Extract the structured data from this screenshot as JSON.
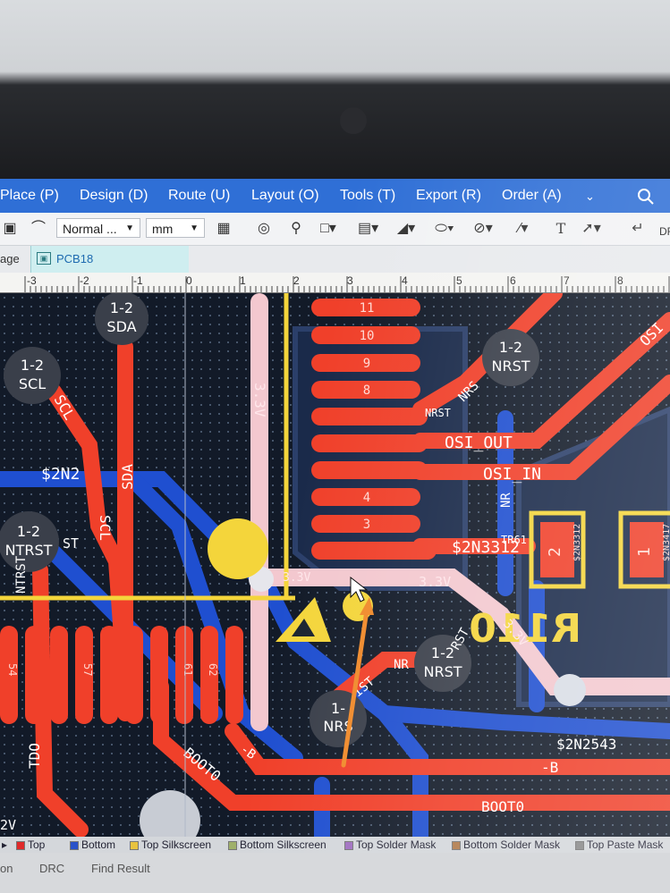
{
  "menubar": {
    "items": [
      "Place (P)",
      "Design (D)",
      "Route (U)",
      "Layout (O)",
      "Tools (T)",
      "Export (R)",
      "Order (A)"
    ],
    "search_icon": "search-icon"
  },
  "toolbar": {
    "line_style": "Normal ...",
    "unit": "mm",
    "cut_label": "DR"
  },
  "tabs": {
    "prev_tab_label": "age",
    "document_tab_label": "PCB18"
  },
  "ruler": {
    "labels": [
      "-3",
      "-2",
      "-1",
      "0",
      "1",
      "2",
      "3",
      "4",
      "5",
      "6",
      "7",
      "8"
    ]
  },
  "board": {
    "pads_numbered": [
      "11",
      "10",
      "9",
      "8",
      "4",
      "3"
    ],
    "pin_labels": [
      "54",
      "57",
      "61",
      "62"
    ],
    "component_badges": [
      {
        "line1": "1-2",
        "line2": "SDA"
      },
      {
        "line1": "1-2",
        "line2": "SCL"
      },
      {
        "line1": "1-2",
        "line2": "NRST"
      },
      {
        "line1": "1-2",
        "line2": "NTRST"
      },
      {
        "line1": "1-2",
        "line2": "NRST"
      },
      {
        "line1": "1-",
        "line2": "NRS"
      }
    ],
    "net_labels": {
      "osi_out": "OSI_OUT",
      "osi_in": "OSI_IN",
      "nrst": "NRST",
      "n2n2": "$2N2",
      "n2n3312": "$2N3312",
      "n2n2543": "$2N2543",
      "boot0": "BOOT0",
      "boot0_diag": "BOOT0",
      "minus_b": "-B",
      "minus_b_left": "-B",
      "v33_vertical": "3.3V",
      "v33_horizontal": "3.3V",
      "v33_right": "3.3V",
      "v33_small": "3.3V",
      "scl": "SCL",
      "sda": "SDA",
      "scl_v": "SCL",
      "ntrst_v": "NTRST",
      "tdo": "TDO",
      "st": "ST",
      "nrs_diag": "NRS",
      "osc_edge": "OSI",
      "tr61": "TR61",
      "n2n3312_small": "$2N3312",
      "n2n3417_small": "$2N3417",
      "nrst_v": "NR",
      "rst_diag": "RST",
      "nr_small": "NR",
      "ist": "IST",
      "v2_left": "2V"
    },
    "component_pads": {
      "pad2": "2",
      "pad1": "1"
    },
    "silkscreen_ref": "R110",
    "colors": {
      "top_layer": "#f0402a",
      "bottom_layer": "#1f4fd0",
      "highlight": "#f3c8cf",
      "silkscreen": "#f4d53b"
    }
  },
  "layers": [
    {
      "name": "Top",
      "color": "#e02a2a"
    },
    {
      "name": "Bottom",
      "color": "#2a52c9"
    },
    {
      "name": "Top Silkscreen",
      "color": "#e8c340"
    },
    {
      "name": "Bottom Silkscreen",
      "color": "#9fb06a"
    },
    {
      "name": "Top Solder Mask",
      "color": "#a070c0"
    },
    {
      "name": "Bottom Solder Mask",
      "color": "#b07a4a"
    },
    {
      "name": "Top Paste Mask",
      "color": "#888888"
    }
  ],
  "statusbar": {
    "items": [
      "on",
      "DRC",
      "Find Result"
    ]
  }
}
